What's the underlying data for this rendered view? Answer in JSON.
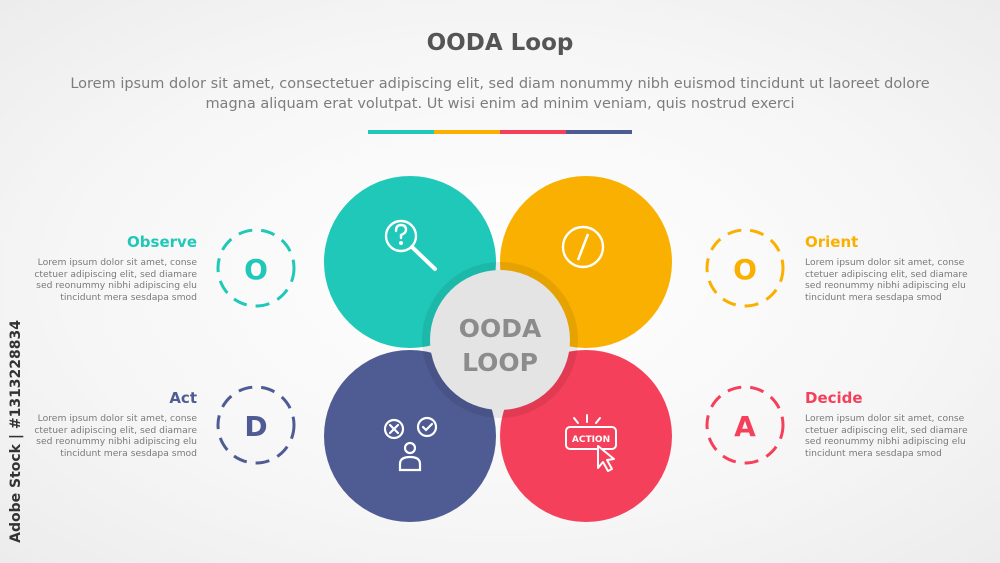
{
  "header": {
    "title": "OODA Loop",
    "subtitle": "Lorem ipsum dolor sit amet, consectetuer adipiscing elit, sed diam nonummy nibh euismod tincidunt ut laoreet dolore magna aliquam erat volutpat. Ut wisi enim ad minim veniam, quis nostrud exerci"
  },
  "divider_colors": [
    "#1fc8b8",
    "#f9b000",
    "#f5405b",
    "#4f5b93"
  ],
  "center": {
    "line1": "OODA",
    "line2": "LOOP"
  },
  "quadrants": [
    {
      "icon": "magnifier-question-icon",
      "color": "#1fc8b8"
    },
    {
      "icon": "compass-icon",
      "color": "#f9b000"
    },
    {
      "icon": "decision-person-icon",
      "color": "#4f5b93"
    },
    {
      "icon": "action-button-click-icon",
      "color": "#f5405b",
      "icon_text": "ACTION"
    }
  ],
  "steps": {
    "observe": {
      "label": "Observe",
      "letter": "O",
      "color": "#1fc8b8",
      "desc": "Lorem ipsum dolor sit amet, conse ctetuer adipiscing elit, sed diamare sed reonummy nibhi adipiscing elu tincidunt mera sesdapa smod"
    },
    "orient": {
      "label": "Orient",
      "letter": "O",
      "color": "#f9b000",
      "desc": "Lorem ipsum dolor sit amet, conse ctetuer adipiscing elit, sed diamare sed reonummy nibhi adipiscing elu tincidunt mera sesdapa smod"
    },
    "act": {
      "label": "Act",
      "letter": "D",
      "color": "#4f5b93",
      "desc": "Lorem ipsum dolor sit amet, conse ctetuer adipiscing elit, sed diamare sed reonummy nibhi adipiscing elu tincidunt mera sesdapa smod"
    },
    "decide": {
      "label": "Decide",
      "letter": "A",
      "color": "#f5405b",
      "desc": "Lorem ipsum dolor sit amet, conse ctetuer adipiscing elit, sed diamare sed reonummy nibhi adipiscing elu tincidunt mera sesdapa smod"
    }
  },
  "watermark": "Adobe Stock | #1313228834"
}
